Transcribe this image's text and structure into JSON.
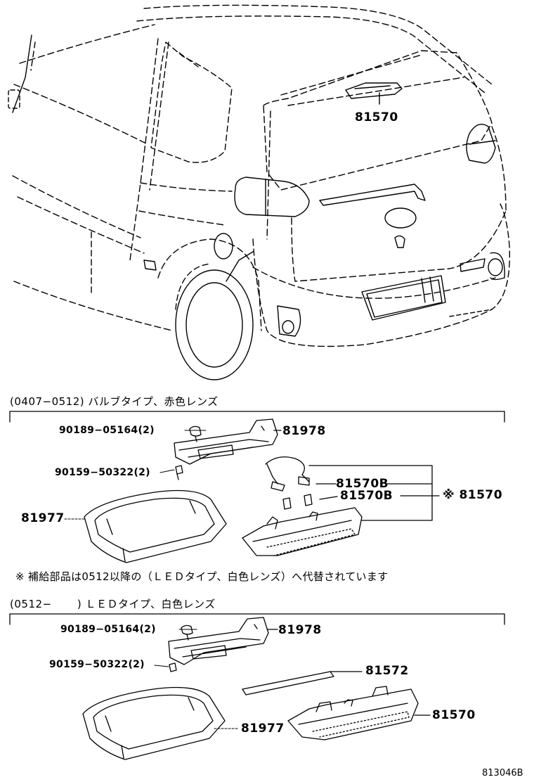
{
  "car": {
    "part_label": "81570"
  },
  "section1": {
    "header": "(0407−0512) バルブタイプ、赤色レンズ",
    "parts": {
      "p90189": "90189−05164(2)",
      "p81978": "81978",
      "p90159": "90159−50322(2)",
      "p81977": "81977",
      "p81570B_1": "81570B",
      "p81570B_2": "81570B",
      "asterisk_ref": "※ 81570"
    },
    "note": "※ 補給部品は0512以降の（ＬＥＤタイプ、白色レンズ）へ代替されています"
  },
  "section2": {
    "header": "(0512−　　 ) ＬＥＤタイプ、白色レンズ",
    "parts": {
      "p90189": "90189−05164(2)",
      "p81978": "81978",
      "p90159": "90159−50322(2)",
      "p81572": "81572",
      "p81977": "81977",
      "p81570": "81570"
    }
  },
  "diagram_code": "813046B"
}
